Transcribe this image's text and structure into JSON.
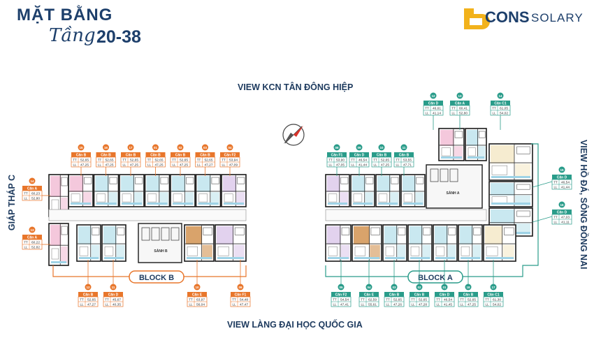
{
  "header": {
    "title_line1": "MẶT BẰNG",
    "title_script": "Tầng",
    "title_floors": "20-38"
  },
  "logo": {
    "letter": "b",
    "word1": "CONS",
    "word2": "SOLARY"
  },
  "views": {
    "top": "VIEW KCN TÂN ĐÔNG HIỆP",
    "bottom": "VIEW LÀNG ĐẠI HỌC QUỐC GIA",
    "left": "GIÁP THÁP C",
    "right": "VIEW HỒ ĐÁ, SÔNG ĐỒNG NAI"
  },
  "blocks": {
    "b": "BLOCK B",
    "a": "BLOCK A"
  },
  "colors": {
    "navy": "#1d3a5e",
    "block_b_accent": "#e8762b",
    "block_a_accent": "#2a9c8a",
    "pink": "#f4c8dc",
    "blue": "#c9e8f0",
    "tan": "#d9a36b",
    "cream": "#f6ecd0",
    "purple": "#e2d2ee"
  },
  "block_b_top_units": [
    {
      "num": "15",
      "type": "Căn B",
      "tt": "52,65",
      "ll": "47,25"
    },
    {
      "num": "16",
      "type": "Căn B",
      "tt": "52,65",
      "ll": "47,25"
    },
    {
      "num": "17",
      "type": "Căn B",
      "tt": "52,65",
      "ll": "47,25"
    },
    {
      "num": "01",
      "type": "Căn B",
      "tt": "52,65",
      "ll": "47,25"
    },
    {
      "num": "02",
      "type": "Căn B",
      "tt": "52,65",
      "ll": "47,25"
    },
    {
      "num": "03",
      "type": "Căn B",
      "tt": "52,65",
      "ll": "47,27"
    },
    {
      "num": "04",
      "type": "Căn F2",
      "tt": "53,94",
      "ll": "47,09"
    }
  ],
  "block_b_left_units": [
    {
      "num": "14",
      "type": "Căn A",
      "tt": "60,23",
      "ll": "52,80"
    },
    {
      "num": "13",
      "type": "Căn A",
      "tt": "60,22",
      "ll": "52,82"
    }
  ],
  "block_b_bottom_units": [
    {
      "num": "12",
      "type": "Căn B",
      "tt": "52,65",
      "ll": "47,27"
    },
    {
      "num": "11",
      "type": "Căn D",
      "tt": "45,67",
      "ll": "40,35"
    },
    {
      "num": "10",
      "type": "Căn E",
      "tt": "63,97",
      "ll": "56,04"
    },
    {
      "num": "09",
      "type": "Căn F1",
      "tt": "54,48",
      "ll": "47,47"
    }
  ],
  "block_a_top_units": [
    {
      "num": "08",
      "type": "Căn F1",
      "tt": "53,90",
      "ll": "47,05"
    },
    {
      "num": "09",
      "type": "Căn D",
      "tt": "46,54",
      "ll": "41,44"
    },
    {
      "num": "10",
      "type": "Căn B",
      "tt": "52,65",
      "ll": "47,25"
    },
    {
      "num": "11",
      "type": "Căn B",
      "tt": "53,55",
      "ll": "47,71"
    }
  ],
  "block_a_upper_units": [
    {
      "num": "12",
      "type": "Căn D",
      "tt": "46,61",
      "ll": "41,14"
    },
    {
      "num": "13",
      "type": "Căn A",
      "tt": "60,41",
      "ll": "52,80"
    },
    {
      "num": "14",
      "type": "Căn C1",
      "tt": "61,05",
      "ll": "54,02"
    }
  ],
  "block_a_right_units": [
    {
      "num": "15",
      "type": "Căn D",
      "tt": "46,54",
      "ll": "41,44"
    },
    {
      "num": "16",
      "type": "Căn D",
      "tt": "47,03",
      "ll": "41,11"
    }
  ],
  "block_a_bottom_units": [
    {
      "num": "05",
      "type": "Căn F2",
      "tt": "54,54",
      "ll": "47,41"
    },
    {
      "num": "04",
      "type": "Căn E",
      "tt": "62,59",
      "ll": "55,61"
    },
    {
      "num": "03",
      "type": "Căn B",
      "tt": "52,65",
      "ll": "47,26"
    },
    {
      "num": "02",
      "type": "Căn B",
      "tt": "52,65",
      "ll": "47,28"
    },
    {
      "num": "01",
      "type": "Căn D",
      "tt": "46,54",
      "ll": "41,45"
    },
    {
      "num": "18",
      "type": "Căn B",
      "tt": "52,65",
      "ll": "47,25"
    },
    {
      "num": "17",
      "type": "Căn C1",
      "tt": "61,30",
      "ll": "54,02"
    }
  ],
  "labels": {
    "tt": "TT",
    "ll": "LL",
    "lobby_b": "SẢNH B",
    "lobby_a": "SẢNH A"
  }
}
